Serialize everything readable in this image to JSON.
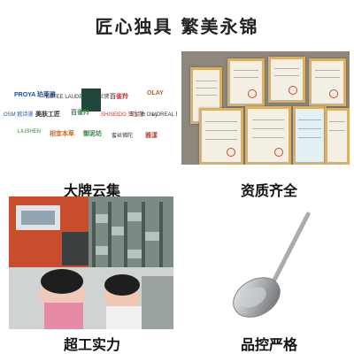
{
  "headline": "匠心独具 繁美永锦",
  "captions": {
    "brands": "大牌云集",
    "certs": "资质齐全",
    "factory": "超工实力",
    "quality": "品控严格"
  },
  "brands": [
    {
      "name": "PROYA 珀莱雅"
    },
    {
      "name": "ESTEE LAUDER 雅诗兰黛"
    },
    {
      "name": "百雀羚"
    },
    {
      "name": "OLAY"
    },
    {
      "name": "OSM 欧诗漫"
    },
    {
      "name": "美肤工匠"
    },
    {
      "name": "百雀羚"
    },
    {
      "name": "SHISEIDO 资生堂"
    },
    {
      "name": "玉兰油 Olay"
    },
    {
      "name": "L'OREAL 巴黎欧莱雅"
    },
    {
      "name": "LIUSHEN"
    },
    {
      "name": "相宜本草"
    },
    {
      "name": "御泥坊"
    },
    {
      "name": "蜜丝佛陀"
    },
    {
      "name": "雅漾"
    }
  ],
  "colors": {
    "badge": "#21463a",
    "frame": "#d7b06a",
    "stamp": "#cc4433"
  }
}
